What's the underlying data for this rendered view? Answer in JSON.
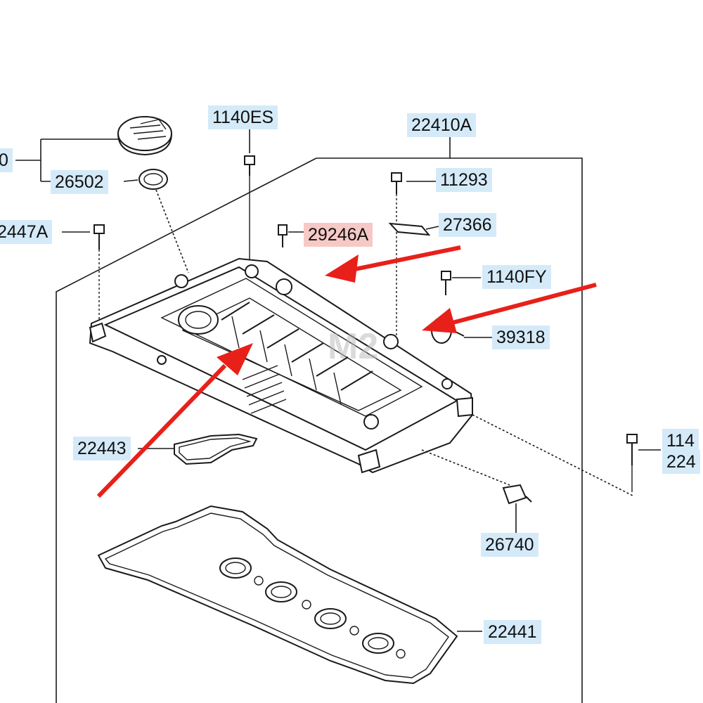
{
  "parts": {
    "p_1140ES": "1140ES",
    "p_22410A": "22410A",
    "p_26502": "26502",
    "p_11293": "11293",
    "p_2447A": "2447A",
    "p_29246A": "29246A",
    "p_27366": "27366",
    "p_1140FY": "1140FY",
    "p_39318": "39318",
    "p_22443": "22443",
    "p_114": "114",
    "p_224": "224",
    "p_26740": "26740",
    "p_22441": "22441",
    "p_0": "0"
  },
  "watermark": "M2",
  "colors": {
    "label_bg": "#d4eaf8",
    "label_highlight_bg": "#f6c9c6",
    "arrow": "#e8201a",
    "line": "#1a1a1a"
  }
}
